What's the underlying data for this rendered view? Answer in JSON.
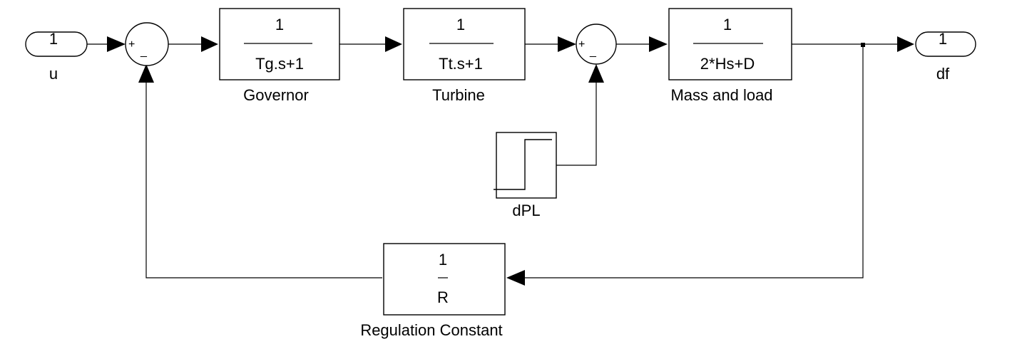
{
  "inport": {
    "number": "1",
    "name": "u"
  },
  "outport": {
    "number": "1",
    "name": "df"
  },
  "governor": {
    "numerator": "1",
    "denominator": "Tg.s+1",
    "name": "Governor"
  },
  "turbine": {
    "numerator": "1",
    "denominator": "Tt.s+1",
    "name": "Turbine"
  },
  "mass_load": {
    "numerator": "1",
    "denominator": "2*Hs+D",
    "name": "Mass and load"
  },
  "regulation": {
    "numerator": "1",
    "denominator": "R",
    "name": "Regulation Constant"
  },
  "step_source": {
    "name": "dPL"
  },
  "sum1": {
    "plus": "+",
    "minus": "_"
  },
  "sum2": {
    "plus": "+",
    "minus": "_"
  }
}
